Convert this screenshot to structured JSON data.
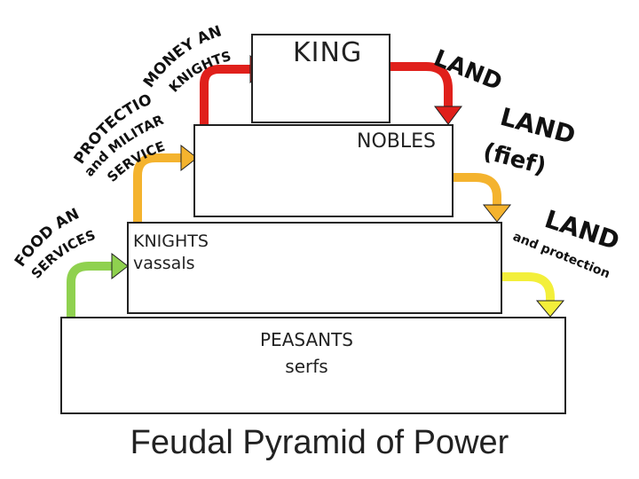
{
  "tiers": {
    "king": "KING",
    "nobles": "NOBLES",
    "knights_line1": "KNIGHTS",
    "knights_line2": "vassals",
    "peasants_line1": "PEASANTS",
    "peasants_line2": "serfs"
  },
  "title": "Feudal Pyramid of Power",
  "upward_flows": {
    "to_king": [
      "MONEY AND",
      "KNIGHTS"
    ],
    "to_nobles": [
      "PROTECTION",
      "and MILITARY",
      "SERVICE"
    ],
    "to_knights": [
      "FOOD AND",
      "SERVICES"
    ]
  },
  "downward_flows": {
    "to_nobles": "LAND",
    "to_knights": [
      "LAND",
      "(fief)"
    ],
    "to_peasants": [
      "LAND",
      "and protection"
    ]
  },
  "colors": {
    "red_arrow": "#e0201b",
    "gold_arrow": "#f4b32e",
    "yellow_arrow": "#f3ef3a",
    "green_arrow": "#8fd14f"
  },
  "illustrations": [
    "crown-icon",
    "nobles-couple-icon",
    "knight-on-horse-icon",
    "peasant-figure-icon"
  ]
}
